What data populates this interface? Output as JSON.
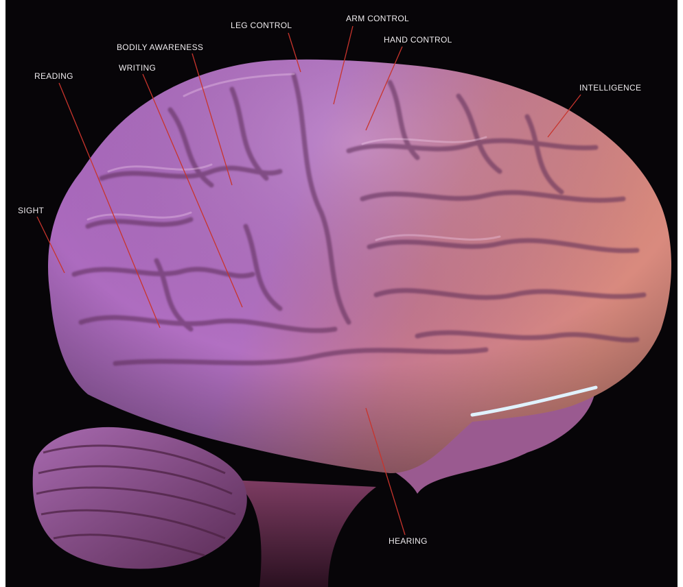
{
  "labels": {
    "leg_control": "LEG CONTROL",
    "arm_control": "ARM CONTROL",
    "hand_control": "HAND CONTROL",
    "bodily_awareness": "BODILY AWARENESS",
    "writing": "WRITING",
    "reading": "READING",
    "intelligence": "INTELLIGENCE",
    "sight": "SIGHT",
    "hearing": "HEARING"
  },
  "colors": {
    "background": "#070508",
    "brain_back": "#b574c4",
    "brain_front": "#e08c86",
    "pointer_line": "#c8342c",
    "label_text": "#f2eef2"
  }
}
